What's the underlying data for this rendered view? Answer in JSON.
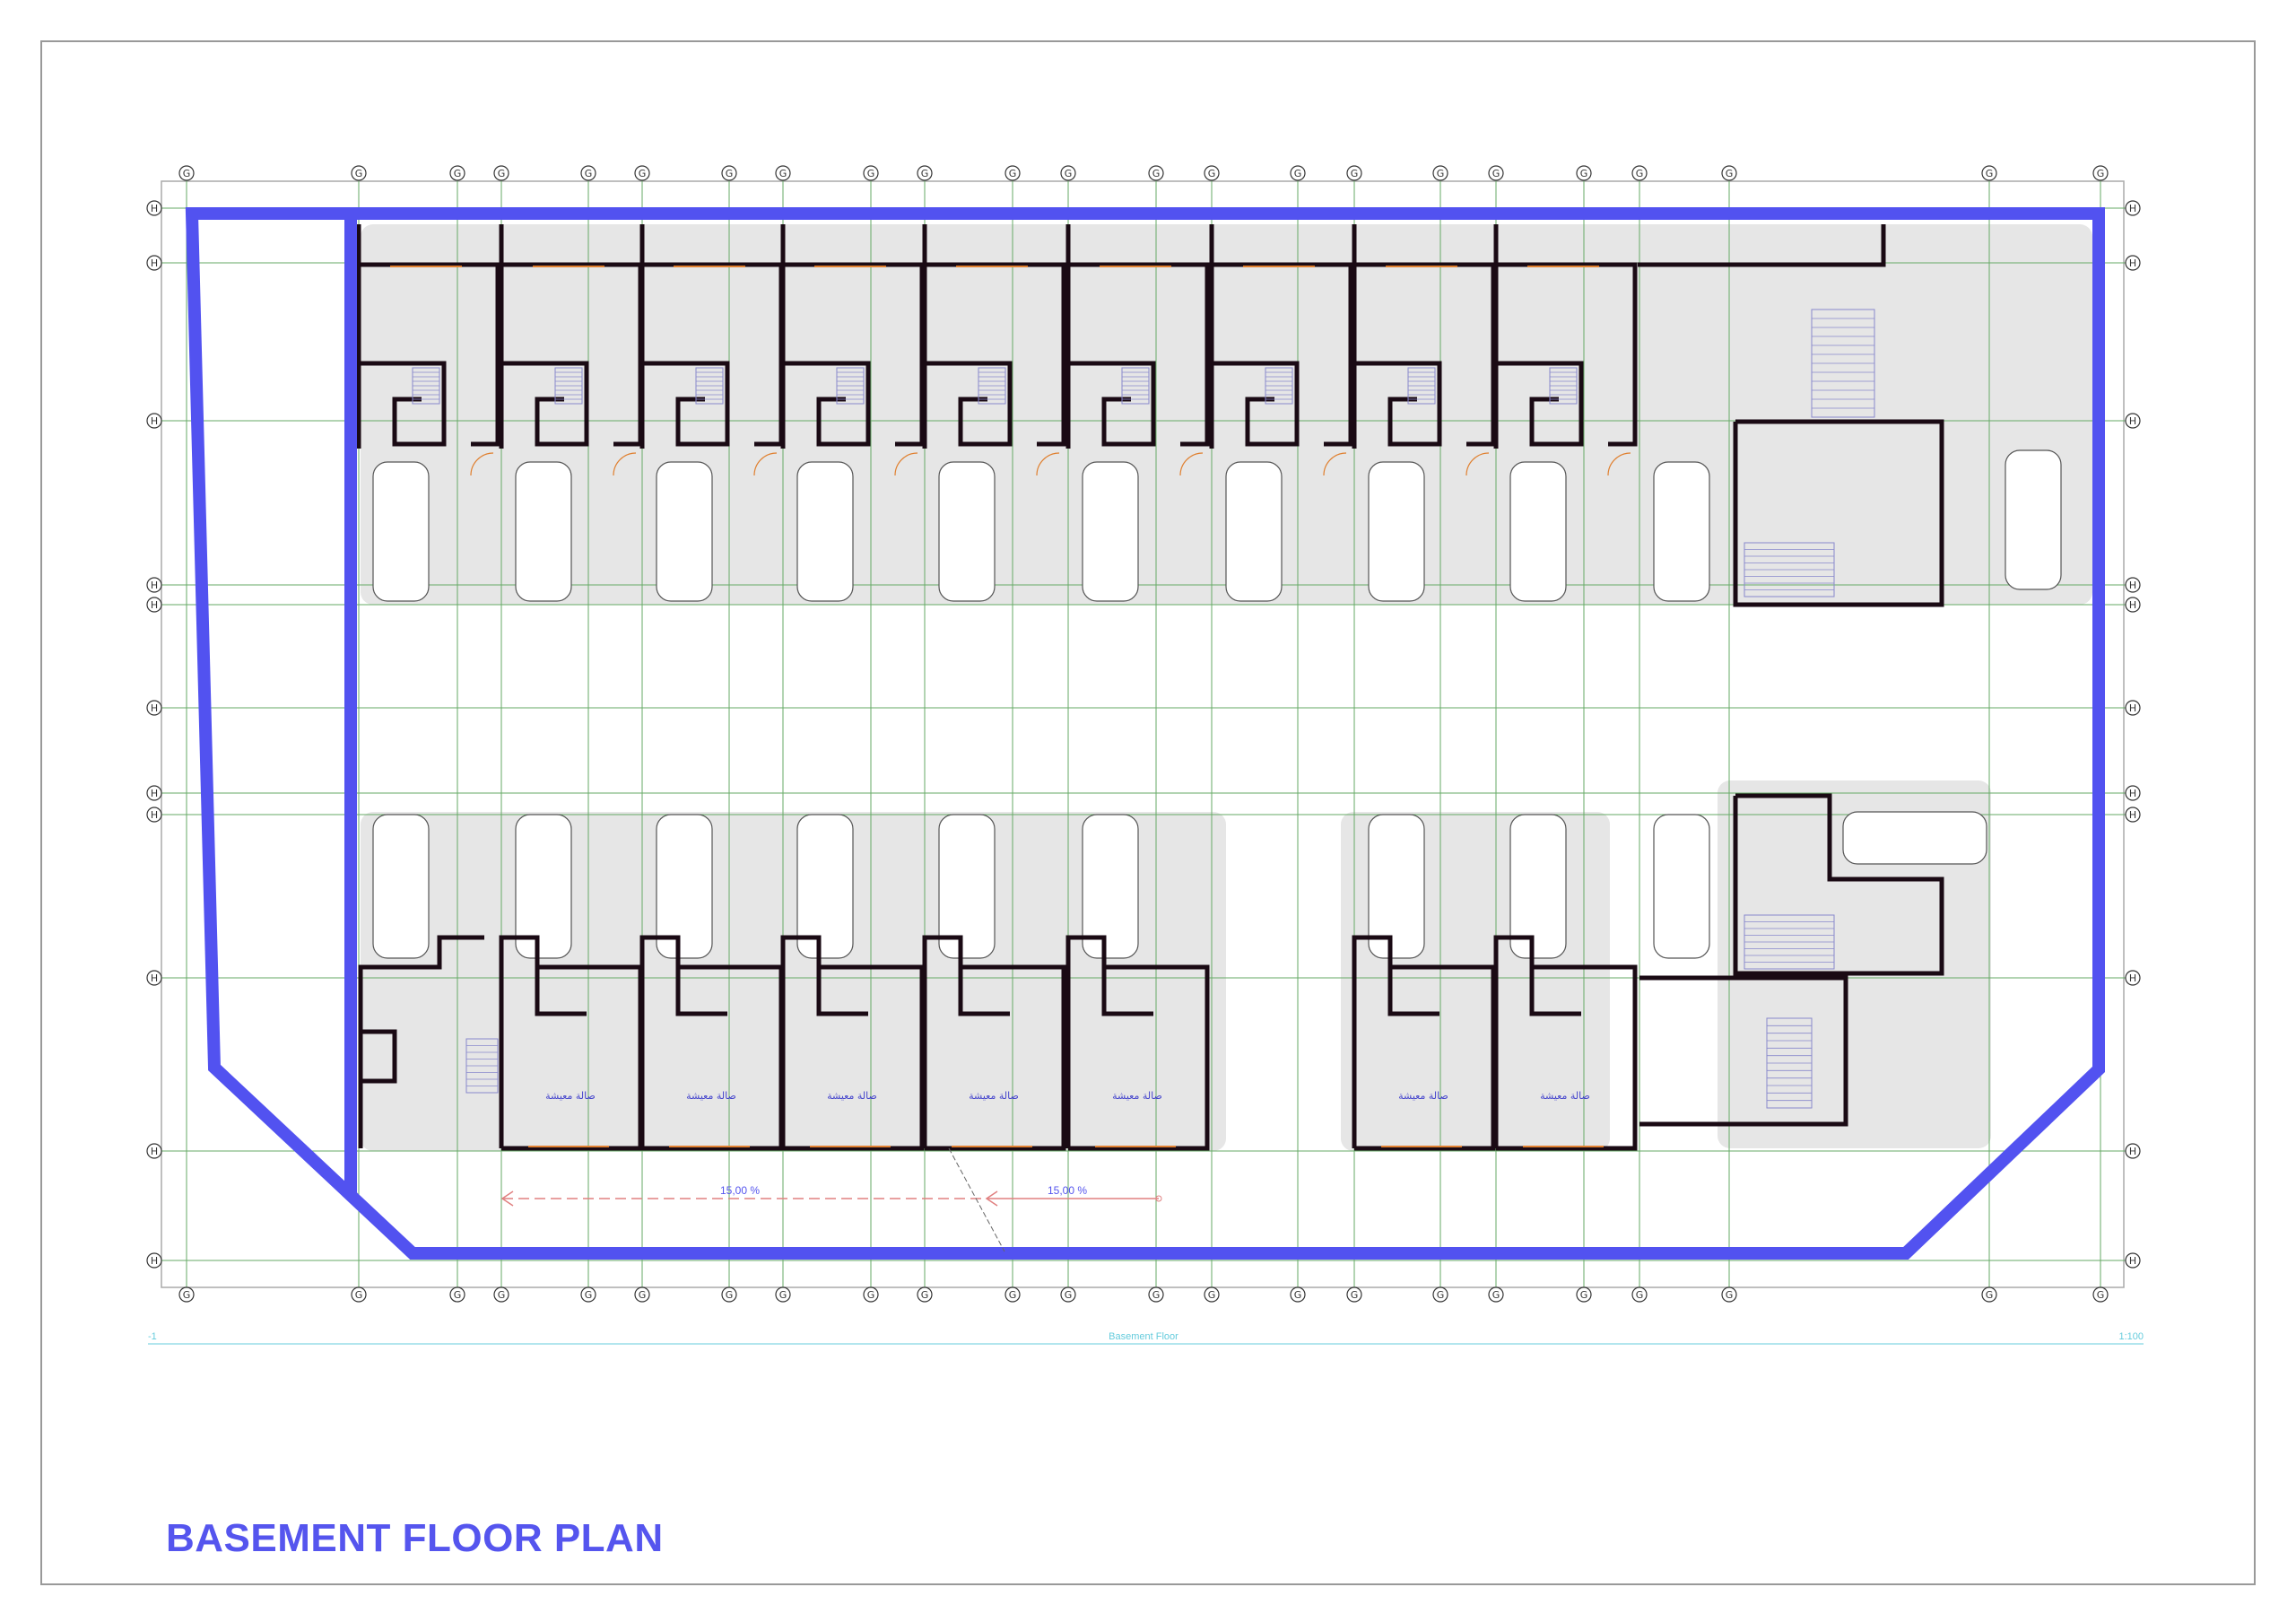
{
  "sheet": {
    "title": "BASEMENT FLOOR PLAN",
    "view_name": "Basement Floor",
    "view_number": "-1",
    "scale": "1:100"
  },
  "grid": {
    "vertical_tag": "G",
    "horizontal_tag": "H"
  },
  "ramps": [
    {
      "label": "15,00 %"
    },
    {
      "label": "15,00 %"
    }
  ],
  "room_label": "صالة معيشة",
  "colors": {
    "accent": "#5555ee",
    "boundary": "#5252f0",
    "wall": "#1a0a14",
    "fill": "#e6e6e6",
    "grid": "#66aa66",
    "annotation": "#8899bb",
    "door": "#e08030",
    "title_line": "#66ccdd"
  }
}
